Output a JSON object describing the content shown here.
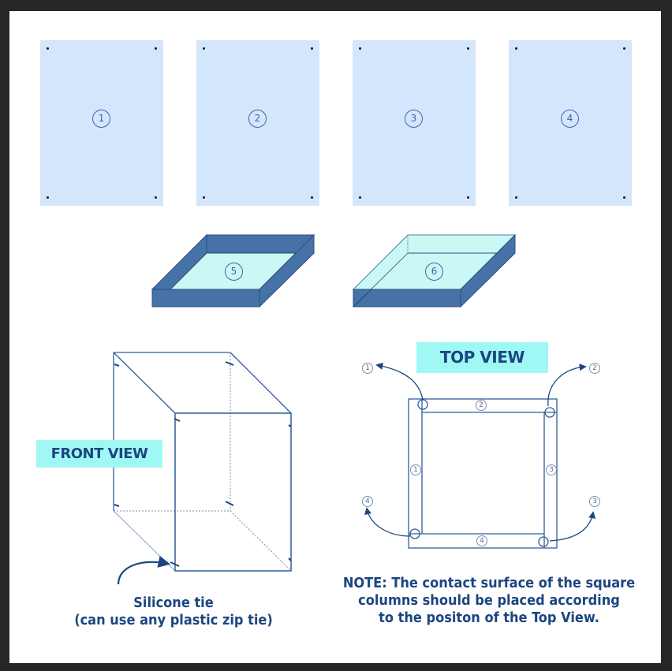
{
  "diagram": {
    "panels": [
      {
        "label": "1"
      },
      {
        "label": "2"
      },
      {
        "label": "3"
      },
      {
        "label": "4"
      }
    ],
    "trays": [
      {
        "label": "5",
        "state": "rim on all sides"
      },
      {
        "label": "6",
        "state": "rim on two sides"
      }
    ],
    "front_view": {
      "title": "FRONT VIEW",
      "callout_line1": "Silicone tie",
      "callout_line2": "(can use any plastic zip tie)"
    },
    "top_view": {
      "title": "TOP VIEW",
      "side_labels": [
        "2",
        "1",
        "3",
        "4"
      ],
      "corner_labels": [
        "1",
        "2",
        "4",
        "3"
      ]
    },
    "note": {
      "line1": "NOTE: The contact surface of the square",
      "line2": "columns should be placed according",
      "line3": "to the positon of the Top View."
    },
    "colors": {
      "panel_fill": "#d3e6fc",
      "tray_side": "#4672a8",
      "tray_floor": "#cbf7f5",
      "label_bg": "#a0f8f4",
      "text_blue": "#1c4680",
      "line_blue": "#2f5f9a",
      "frame": "#262626"
    }
  }
}
